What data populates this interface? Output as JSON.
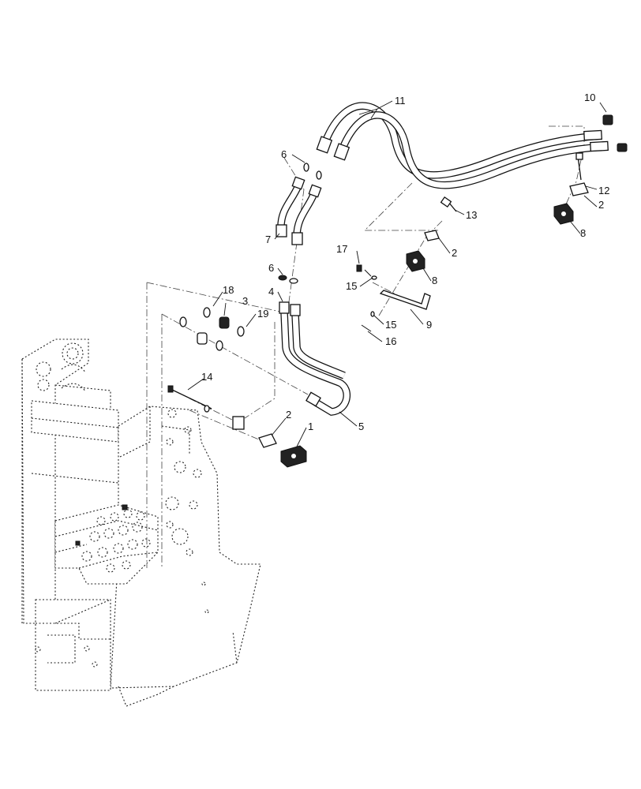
{
  "diagram": {
    "callouts": {
      "c1": "1",
      "c2a": "2",
      "c2b": "2",
      "c2c": "2",
      "c3": "3",
      "c4": "4",
      "c5": "5",
      "c6a": "6",
      "c6b": "6",
      "c7": "7",
      "c8a": "8",
      "c8b": "8",
      "c9": "9",
      "c10": "10",
      "c11": "11",
      "c12": "12",
      "c13": "13",
      "c14": "14",
      "c15a": "15",
      "c15b": "15",
      "c16": "16",
      "c17": "17",
      "c18": "18",
      "c19": "19"
    }
  }
}
